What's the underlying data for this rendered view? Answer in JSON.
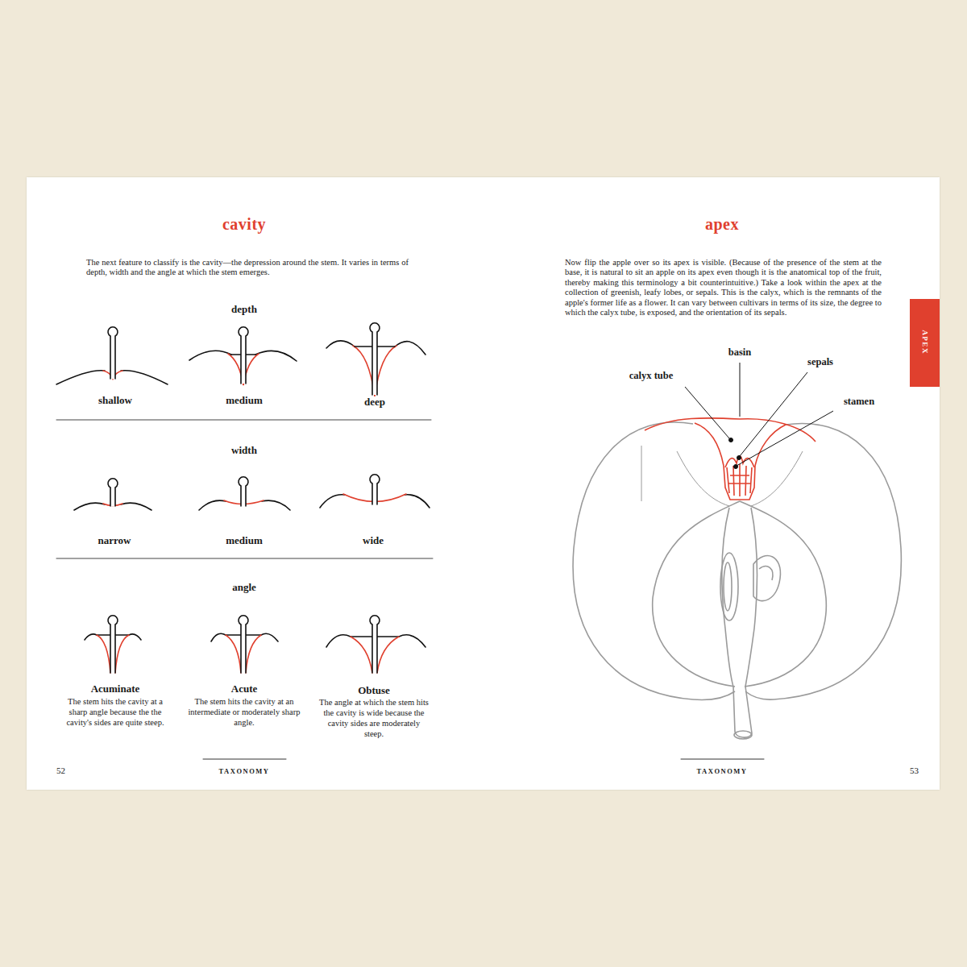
{
  "diagram": {
    "labels": [
      "cavity",
      "The next feature to classify is the cavity—the depression around the stem. It varies in terms of depth, width and the angle at which the stem emerges.",
      "depth",
      "shallow",
      "medium",
      "deep",
      "width",
      "narrow",
      "medium",
      "wide",
      "angle",
      "Acuminate",
      "The stem hits the cavity at a sharp angle because the the cavity's sides are quite steep.",
      "Acute",
      "The stem hits the cavity at an intermediate or moderately sharp angle.",
      "Obtuse",
      "The angle at which the stem hits the cavity is wide because the cavity sides are moderately steep.",
      "52",
      "TAXONOMY",
      "apex",
      "Now flip the apple over so its apex is visible. (Because of the presence of the stem at the base, it is natural to sit an apple on its apex even though it is the anatomical top of the fruit, thereby making this terminology a bit counterintuitive.) Take a look within the apex at the collection of greenish, leafy lobes, or sepals. This is the calyx, which is the remnants of the apple's former life as a flower. It can vary between cultivars in terms of its size, the degree to which the calyx tube, is exposed, and the orientation of its sepals.",
      "APEX",
      "basin",
      "sepals",
      "calyx tube",
      "stamen",
      "TAXONOMY",
      "53"
    ]
  }
}
